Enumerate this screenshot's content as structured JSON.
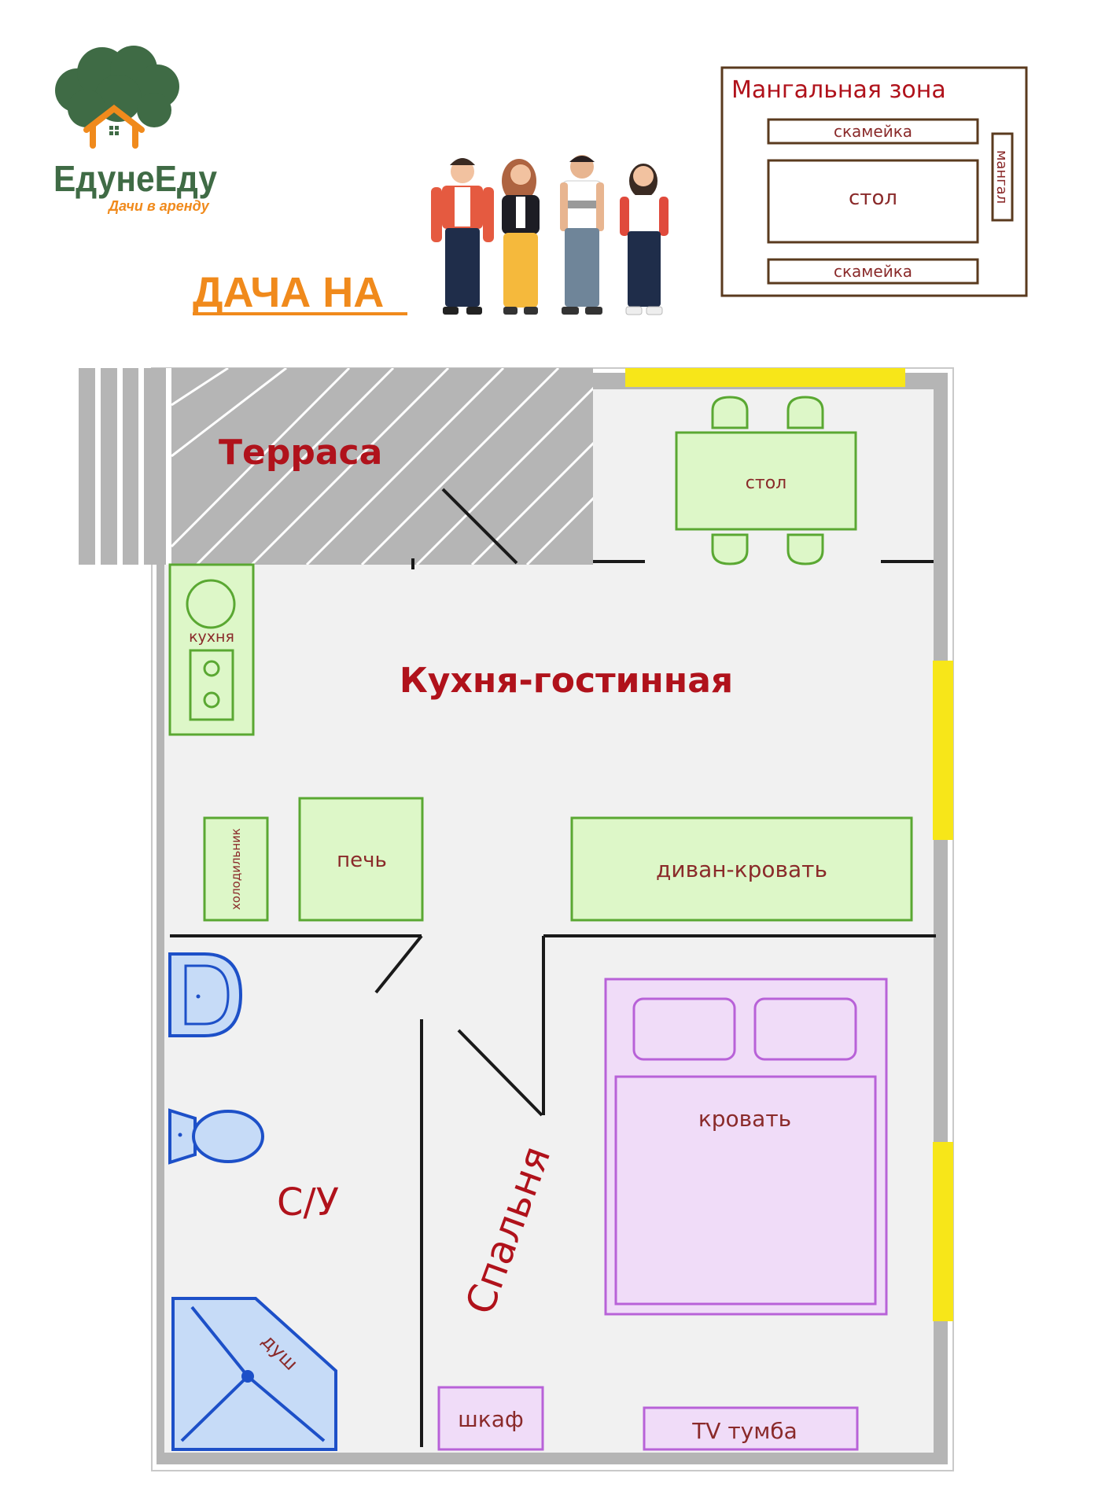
{
  "logo": {
    "name": "ЕдунеЕду",
    "tagline": "Дачи в аренду"
  },
  "headline": "ДАЧА НА",
  "bbq_zone": {
    "title": "Мангальная зона",
    "bench_top": "скамейка",
    "table": "стол",
    "bench_bottom": "скамейка",
    "grill": "мангал"
  },
  "rooms": {
    "terrace": "Терраса",
    "kitchen_living": "Кухня-гостинная",
    "bathroom": "С/У",
    "bedroom": "Спальня"
  },
  "furniture": {
    "dining_table": "стол",
    "kitchen": "кухня",
    "fridge": "холодильник",
    "stove": "печь",
    "sofa_bed": "диван-кровать",
    "bed": "кровать",
    "shower": "душ",
    "wardrobe": "шкаф",
    "tv_stand": "TV тумба"
  },
  "colors": {
    "room_label": "#b0121b",
    "furniture_label": "#8a2a2a",
    "kitchen_fill": "#ddf7c8",
    "kitchen_stroke": "#5aa832",
    "bedroom_fill": "#f0dcf8",
    "bedroom_stroke": "#b862d8",
    "bath_fill": "#c6dbf7",
    "bath_stroke": "#1d50c8",
    "window": "#f7e619",
    "wall": "#b5b5b5",
    "floor": "#f1f1f1",
    "logo_green": "#3f6b45",
    "logo_orange": "#f08a1c",
    "bbq_stroke": "#5a3a1e"
  }
}
